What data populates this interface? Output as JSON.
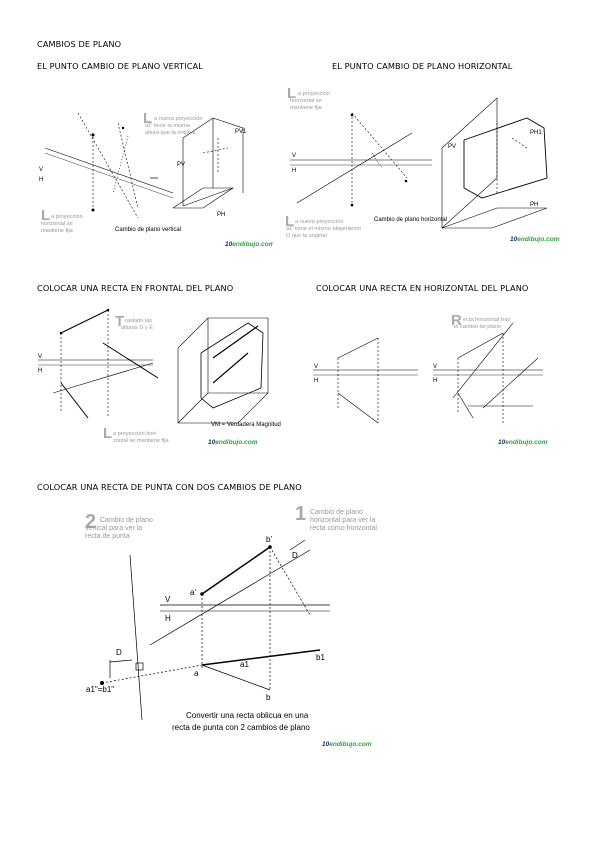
{
  "titles": {
    "main": "CAMBIOS DE PLANO",
    "vertical": "EL PUNTO CAMBIO DE PLANO VERTICAL",
    "horizontal": "EL PUNTO CAMBIO DE PLANO HORIZONTAL",
    "frontal": "COLOCAR UNA RECTA EN FRONTAL DEL PLANO",
    "horiz_recta": "COLOCAR UNA RECTA EN HORIZONTAL DEL PLANO",
    "punta": "COLOCAR UNA RECTA DE PUNTA  CON DOS CAMBIOS DE PLANO"
  },
  "logo": {
    "part1": "10",
    "part2": "endibujo.com"
  },
  "fig1": {
    "note_top": "La nueva proyección a1' tiene la misma altura que la original",
    "note_bottom": "La proyección horizontal se mantiene fija",
    "caption": "Cambio de plano vertical",
    "label_pv1": "PV1",
    "label_pv": "PV",
    "label_ph": "PH"
  },
  "fig2": {
    "note_top": "La proyección horizontal se mantiene fija",
    "note_bottom": "La nueva proyección a1' tiene el mismo alejamiento O que la original",
    "caption": "Cambio de plano horizontal",
    "label_pv": "PV",
    "label_ph": "PH",
    "label_ph1": "PH1"
  },
  "fig3": {
    "note_top": "Traslado las alturas D y E",
    "note_bottom": "La proyección horizontal se mantiene fija",
    "caption": "VM = Verdadera Magnitud"
  },
  "fig4": {
    "note_top": "Recta horizontal tras el cambio de plano"
  },
  "fig5": {
    "note_1": "1 Cambio de plano horizontal para ver la recta como horizontal",
    "note_2": "2 Cambio de plano vertical para ver la recta de punta",
    "caption_1": "Convertir una recta oblicua en una",
    "caption_2": "recta de punta con 2 cambios de plano"
  }
}
